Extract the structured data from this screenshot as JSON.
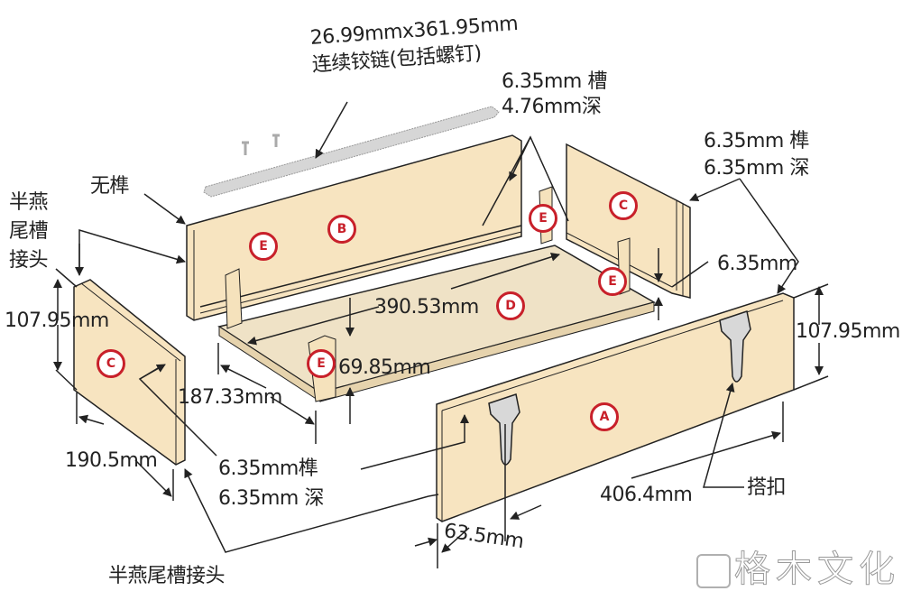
{
  "diagram": {
    "title": "木箱分解图 (Box exploded view)",
    "colors": {
      "panel_fill": "#f7e4c0",
      "panel_edge": "#e9d3a8",
      "outline": "#222222",
      "hinge": "#d6d6d6",
      "badge_red": "#c8202a",
      "watermark_stroke": "#9a9a9a"
    },
    "parts": {
      "A": "A",
      "B": "B",
      "C_left": "C",
      "C_right": "C",
      "D": "D",
      "E1": "E",
      "E2": "E",
      "E3": "E",
      "E4": "E"
    },
    "labels": {
      "hinge_size": "26.99mmx361.95mm",
      "hinge_desc": "连续铰链(包括螺钉)",
      "groove_width": "6.35mm 槽",
      "groove_depth": "4.76mm深",
      "tenon_right_1": "6.35mm 榫",
      "tenon_right_2": "6.35mm 深",
      "no_tenon": "无榫",
      "half_dovetail_side_1": "半燕",
      "half_dovetail_side_2": "尾槽",
      "half_dovetail_side_3": "接头",
      "gap_right": "6.35mm",
      "height_left": "107.95mm",
      "height_right": "107.95mm",
      "bottom_length": "390.53mm",
      "block_height": "69.85mm",
      "bottom_width": "187.33mm",
      "side_width": "190.5mm",
      "tenon_left_1": "6.35mm榫",
      "tenon_left_2": "6.35mm 深",
      "front_length": "406.4mm",
      "hasp": "搭扣",
      "hasp_offset": "63.5mm",
      "half_dovetail_bottom": "半燕尾槽接头"
    },
    "watermark": "格木文化"
  }
}
